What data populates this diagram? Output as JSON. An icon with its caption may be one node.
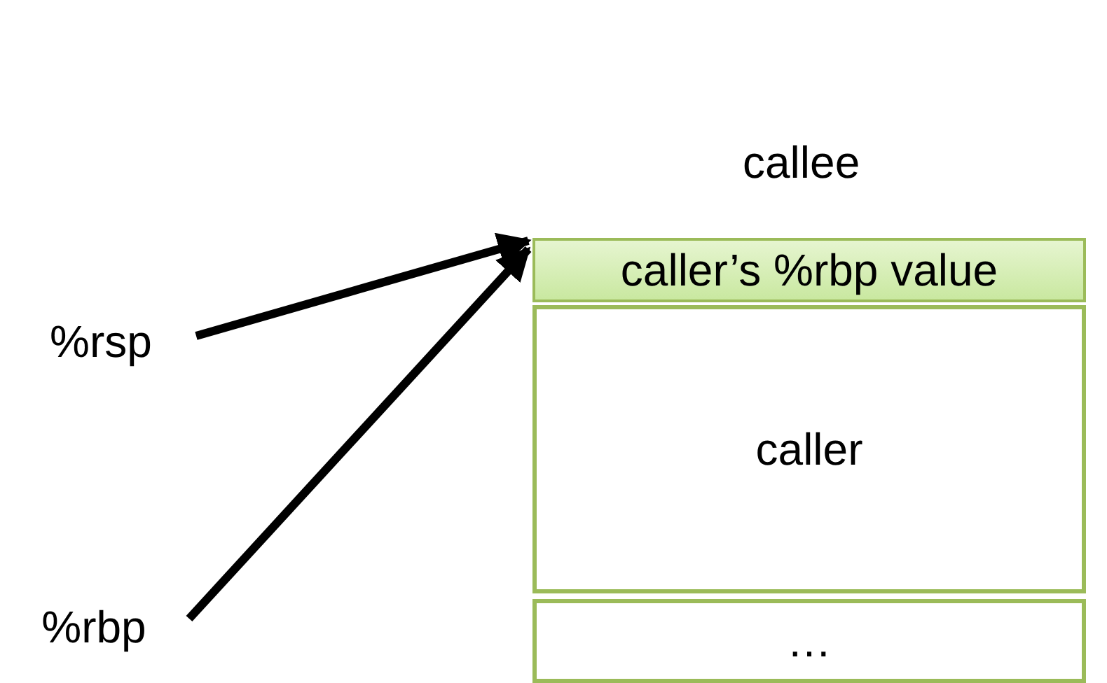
{
  "diagram": {
    "nodes": [
      {
        "text": [
          "%rsp"
        ]
      },
      {
        "text": [
          "%rbp"
        ]
      },
      {
        "text": [
          "caller’s %rbp value"
        ]
      },
      {
        "text": [
          "caller"
        ]
      },
      {
        "text": [
          "…"
        ]
      }
    ],
    "edges": [
      {
        "from": 0,
        "to": 2,
        "arrow": "to"
      },
      {
        "from": 1,
        "to": 2,
        "arrow": "to"
      }
    ],
    "labels": [
      "callee"
    ]
  }
}
